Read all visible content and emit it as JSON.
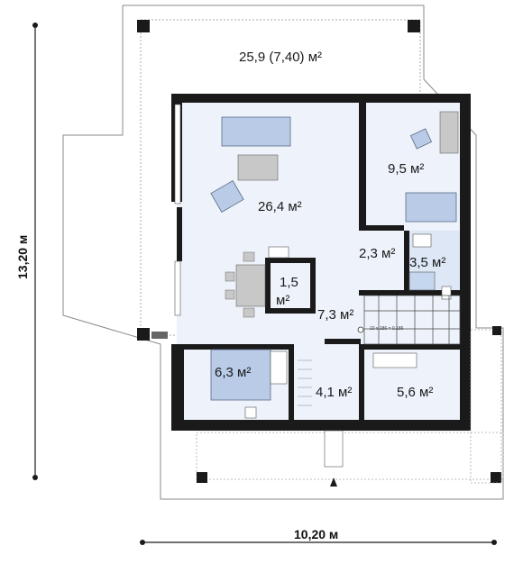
{
  "rooms": {
    "terrace_top": "25,9 (7,40) м²",
    "living": "26,4 м²",
    "bedroom": "9,5 м²",
    "corridor": "2,3 м²",
    "bathroom": "3,5 м²",
    "pantry_a": "1,5",
    "pantry_b": "м²",
    "hall": "7,3 м²",
    "kitchen": "6,3 м²",
    "closet": "4,1 м²",
    "room_small": "5,6 м²"
  },
  "dimensions": {
    "height": "13,20 м",
    "width": "10,20 м"
  },
  "stair_note": "10 x 186 = 0.186",
  "colors": {
    "wall": "#1a1a1a",
    "floor": "#eef3fb",
    "furniture": "#b9cbe6",
    "wood": "#c8c8c8",
    "outline": "#8a8a8a"
  }
}
